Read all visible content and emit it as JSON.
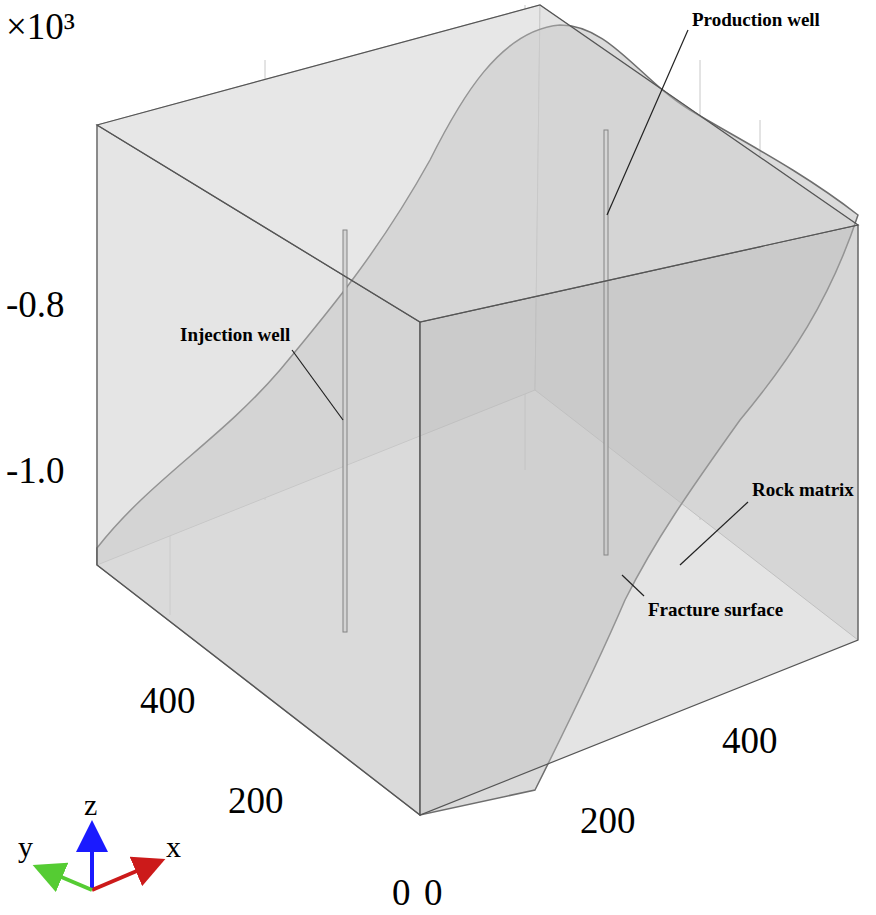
{
  "diagram": {
    "labels": [
      "×10³",
      "-0.8",
      "-1.0",
      "Injection well",
      "Production well",
      "Rock matrix",
      "Fracture surface",
      "400",
      "200",
      "0",
      "0",
      "200",
      "400",
      "z",
      "y",
      "x"
    ]
  }
}
